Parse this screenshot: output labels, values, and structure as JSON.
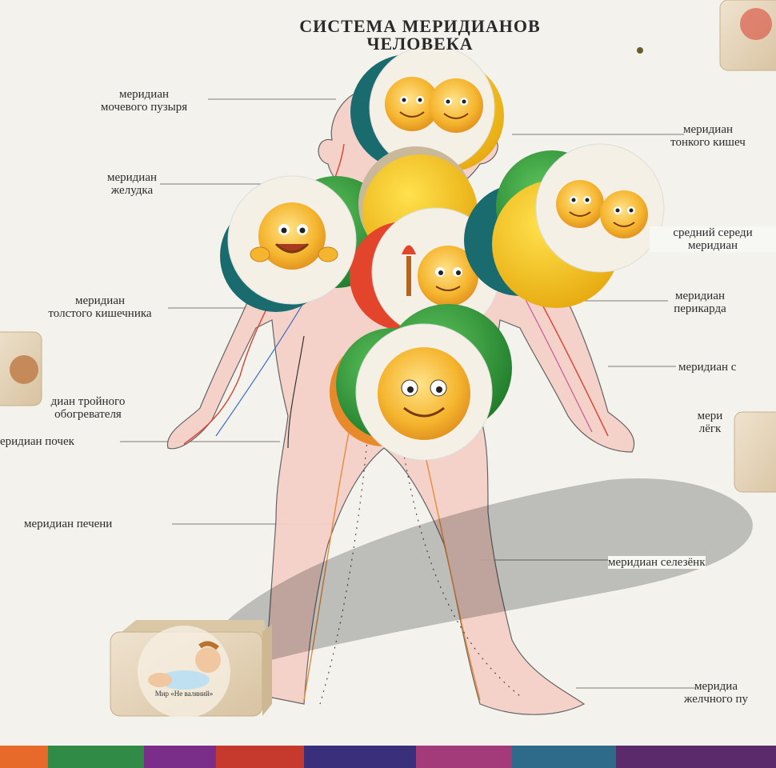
{
  "poster": {
    "title_line1": "СИСТЕМА МЕРИДИАНОВ",
    "title_line2": "ЧЕЛОВЕКА"
  },
  "labels": {
    "bladder": "меридиан\nмочевого пузыря",
    "small_intestine": "меридиан\nтонкого кишеч",
    "stomach": "меридиан\nжелудка",
    "middle": "средний середи\nмеридиан",
    "large_intestine": "меридиан\nтолстого кишечника",
    "pericardium": "меридиан\nперикарда",
    "heart": "меридиан с",
    "triple_warmer": "диан тройного\nобогревателя",
    "lungs": "мери\nлёгк",
    "kidneys": "еридиан почек",
    "liver": "меридиан печени",
    "spleen": "меридиан селезёнк",
    "gallbladder": "меридиа\nжелчного пу"
  },
  "die": {
    "caption": "Мир «Не валяний»"
  },
  "colors": {
    "paper": "#f7f7f3",
    "body_fill": "#f6cfc6",
    "chip_green": "#2f9a3c",
    "chip_yellow": "#f2c21a",
    "chip_teal": "#1d6b6e",
    "chip_red": "#e2452c",
    "smiley": "#f5c038"
  }
}
